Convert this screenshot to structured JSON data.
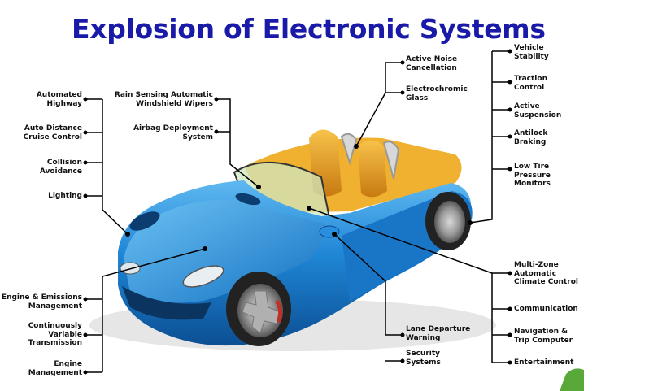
{
  "title": "Explosion of Electronic Systems",
  "left_labels": [
    [
      "Automated",
      "Highway"
    ],
    [
      "Auto Distance",
      "Cruise Control"
    ],
    [
      "Collision",
      "Avoidance"
    ],
    [
      "Lighting"
    ],
    [
      "Engine & Emissions",
      "Management"
    ],
    [
      "Continuously",
      "Variable",
      "Transmission"
    ],
    [
      "Engine",
      "Management"
    ]
  ],
  "center_left_labels": [
    [
      "Rain Sensing Automatic",
      "Windshield Wipers"
    ],
    [
      "Airbag Deployment",
      "System"
    ]
  ],
  "center_right_labels": [
    [
      "Active Noise",
      "Cancellation"
    ],
    [
      "Electrochromic",
      "Glass"
    ],
    [
      "Lane Departure",
      "Warning"
    ],
    [
      "Security",
      "Systems"
    ]
  ],
  "right_labels": [
    [
      "Vehicle",
      "Stability"
    ],
    [
      "Traction",
      "Control"
    ],
    [
      "Active",
      "Suspension"
    ],
    [
      "Antilock",
      "Braking"
    ],
    [
      "Low Tire",
      "Pressure",
      "Monitors"
    ],
    [
      "Multi-Zone",
      "Automatic",
      "Climate Control"
    ],
    [
      "Communication"
    ],
    [
      "Navigation &",
      "Trip Computer"
    ],
    [
      "Entertainment"
    ]
  ],
  "colors": {
    "title": "#1a1aa8",
    "car_body": "#1f86d6",
    "seats": "#e8a020",
    "lines": "#000000"
  }
}
